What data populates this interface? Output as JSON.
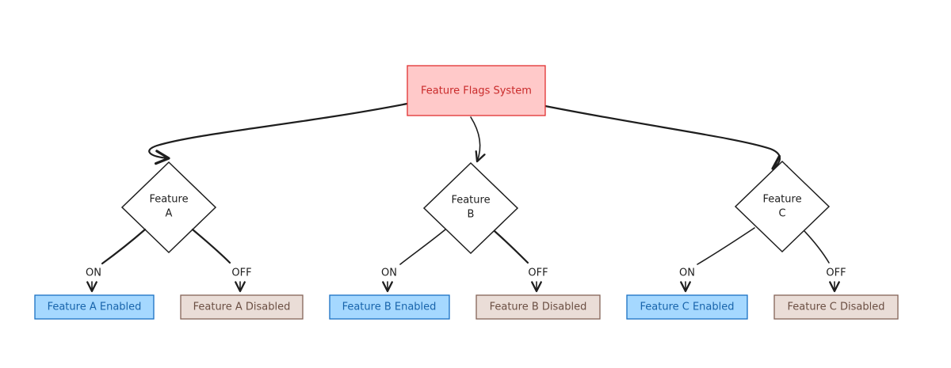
{
  "root": {
    "label": "Feature Flags System",
    "fill": "#ffc9c9",
    "stroke": "#e03131",
    "text_color": "#c92a2a"
  },
  "decisions": [
    {
      "line1": "Feature",
      "line2": "A",
      "on_label": "ON",
      "off_label": "OFF",
      "enabled": "Feature A Enabled",
      "disabled": "Feature A Disabled"
    },
    {
      "line1": "Feature",
      "line2": "B",
      "on_label": "ON",
      "off_label": "OFF",
      "enabled": "Feature B Enabled",
      "disabled": "Feature B Disabled"
    },
    {
      "line1": "Feature",
      "line2": "C",
      "on_label": "ON",
      "off_label": "OFF",
      "enabled": "Feature C Enabled",
      "disabled": "Feature C Disabled"
    }
  ],
  "colors": {
    "enabled_fill": "#a5d8ff",
    "enabled_stroke": "#1971c2",
    "enabled_text": "#1864ab",
    "disabled_fill": "#eaddd7",
    "disabled_stroke": "#846358",
    "disabled_text": "#6b4f43",
    "decision_stroke": "#1e1e1e",
    "line": "#1e1e1e"
  }
}
